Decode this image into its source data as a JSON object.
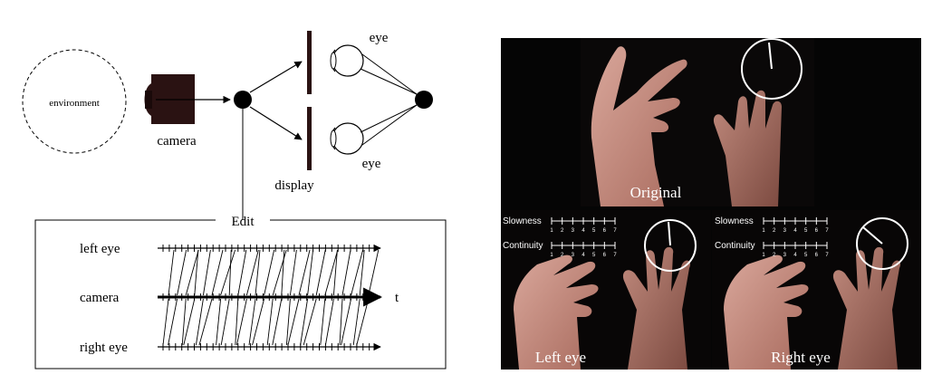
{
  "diagram": {
    "environment_label": "environment",
    "camera_label": "camera",
    "display_label": "display",
    "eye_top_label": "eye",
    "eye_bottom_label": "eye",
    "edit_label": "Edit",
    "timeline": {
      "left_eye_label": "left eye",
      "camera_label": "camera",
      "right_eye_label": "right eye",
      "time_axis_label": "t"
    }
  },
  "photo": {
    "original_caption": "Original",
    "left_caption": "Left eye",
    "right_caption": "Right eye",
    "left_panel": {
      "slowness_label": "Slowness",
      "continuity_label": "Continuity",
      "scale_numbers": [
        "1",
        "2",
        "3",
        "4",
        "5",
        "6",
        "7"
      ]
    },
    "right_panel": {
      "slowness_label": "Slowness",
      "continuity_label": "Continuity",
      "scale_numbers": [
        "1",
        "2",
        "3",
        "4",
        "5",
        "6",
        "7"
      ]
    }
  }
}
